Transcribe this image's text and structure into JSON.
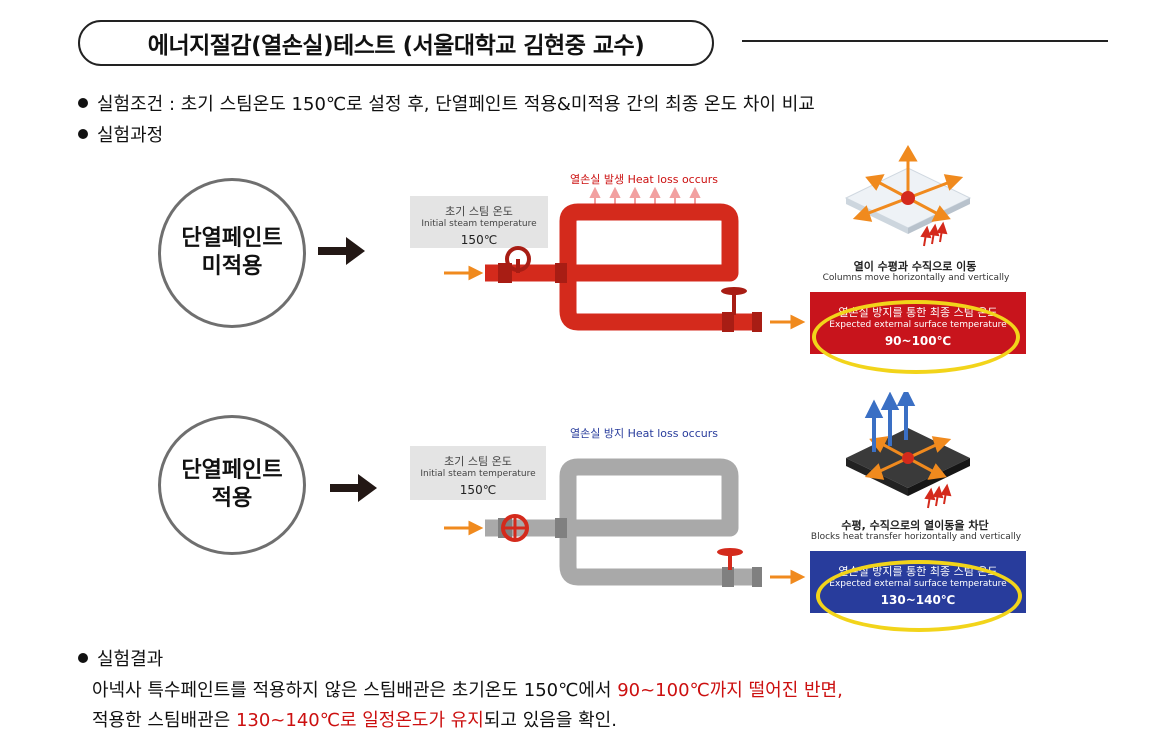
{
  "header": {
    "title": "에너지절감(열손실)테스트 (서울대학교 김현중 교수)"
  },
  "conditions": {
    "text": "실험조건 : 초기 스팀온도 150℃로 설정 후, 단열페인트 적용&미적용 간의 최종 온도 차이 비교"
  },
  "process": {
    "label": "실험과정"
  },
  "case_uncoated": {
    "circle_line1": "단열페인트",
    "circle_line2": "미적용",
    "initial_ko": "초기 스팀 온도",
    "initial_en": "Initial steam temperature",
    "initial_value": "150℃",
    "loss_ko": "열손실 발생",
    "loss_en": "Heat loss occurs",
    "plate_caption_ko": "열이 수평과 수직으로 이동",
    "plate_caption_en": "Columns move horizontally and vertically",
    "result_ko": "열손실 방지를 통한 최종 스팀 온도",
    "result_en": "Expected external surface temperature",
    "result_value": "90~100℃",
    "pipe_color": "#d42a1c",
    "box_color": "#c8141c"
  },
  "case_coated": {
    "circle_line1": "단열페인트",
    "circle_line2": "적용",
    "initial_ko": "초기 스팀 온도",
    "initial_en": "Initial steam temperature",
    "initial_value": "150℃",
    "loss_ko": "열손실 방지",
    "loss_en": "Heat loss occurs",
    "plate_caption_ko": "수평, 수직으로의 열이동을 차단",
    "plate_caption_en": "Blocks heat transfer horizontally and vertically",
    "result_ko": "열손실 방지를 통한 최종 스팀 온도",
    "result_en": "Expected external surface temperature",
    "result_value": "130~140℃",
    "pipe_color": "#a9a9a9",
    "box_color": "#283c9c"
  },
  "results": {
    "label": "실험결과",
    "line1_a": "아넥사 특수페인트를 적용하지 않은 스팀배관은 초기온도 150℃에서 ",
    "line1_b": "90~100℃까지 떨어진 반면,",
    "line2_a": "적용한 스팀배관은 ",
    "line2_b": "130~140℃로 일정온도가 유지",
    "line2_c": "되고 있음을 확인."
  },
  "colors": {
    "highlight_red": "#cc1010",
    "ellipse_yellow": "#f2d41a",
    "arrow_orange": "#f08a1e"
  }
}
